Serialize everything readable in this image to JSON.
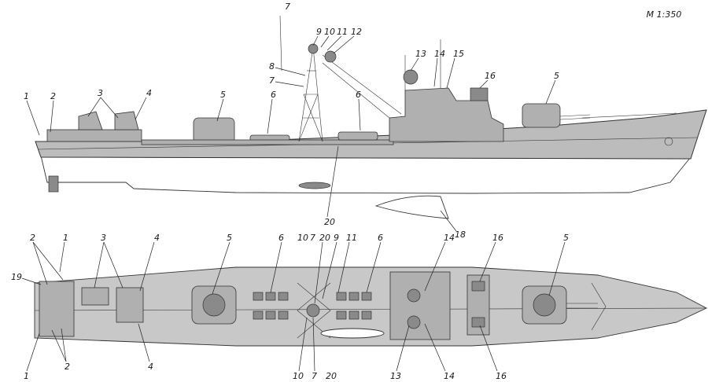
{
  "scale_label": "M 1:350",
  "side_view": {
    "callouts": [
      "1",
      "2",
      "3",
      "4",
      "5",
      "6",
      "7",
      "8",
      "9",
      "10",
      "11",
      "12",
      "13",
      "14",
      "15",
      "16",
      "5",
      "6",
      "7",
      "20",
      "18"
    ]
  },
  "plan_view": {
    "top_callouts": [
      "2",
      "1",
      "3",
      "4",
      "5",
      "6",
      "10",
      "7",
      "20",
      "9",
      "11",
      "6",
      "14",
      "16",
      "5",
      "19"
    ],
    "bottom_callouts": [
      "1",
      "2",
      "4",
      "10",
      "7",
      "20",
      "13",
      "14",
      "16"
    ]
  }
}
